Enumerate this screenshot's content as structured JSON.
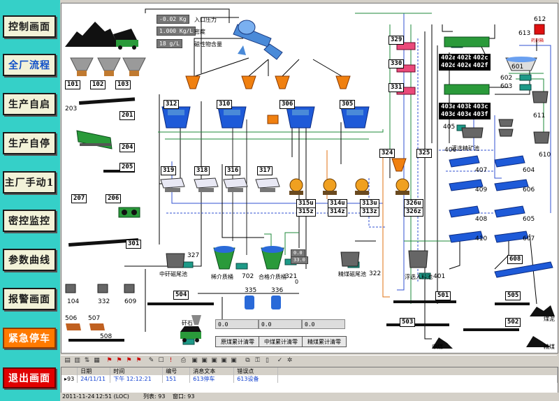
{
  "nav": [
    {
      "label": "控制画面",
      "style": "normal"
    },
    {
      "label": "全厂流程",
      "style": "blue"
    },
    {
      "label": "生产自启",
      "style": "normal"
    },
    {
      "label": "生产自停",
      "style": "normal"
    },
    {
      "label": "主厂手动1",
      "style": "normal"
    },
    {
      "label": "密控监控",
      "style": "normal"
    },
    {
      "label": "参数曲线",
      "style": "normal"
    },
    {
      "label": "报警画面",
      "style": "normal"
    },
    {
      "label": "紧急停车",
      "style": "orange"
    },
    {
      "label": "退出画面",
      "style": "red"
    }
  ],
  "readouts": [
    {
      "value": "-0.02  Kg",
      "label": "入口压力"
    },
    {
      "value": "1.000  Kg/L",
      "label": "密度"
    },
    {
      "value": "18     g/L",
      "label": "磁性物含量"
    }
  ],
  "equipment": {
    "e101": "101",
    "e102": "102",
    "e103": "103",
    "e203": "203",
    "e201": "201",
    "e204": "204",
    "e205": "205",
    "e207": "207",
    "e206": "206",
    "e301": "301",
    "e312": "312",
    "e310": "310",
    "e306": "306",
    "e305": "305",
    "e319": "319",
    "e318": "318",
    "e316": "316",
    "e317": "317",
    "e315u": "315u",
    "e315z": "315z",
    "e314u": "314u",
    "e314z": "314z",
    "e313u": "313u",
    "e313z": "313z",
    "e324": "324",
    "e325": "325",
    "e326u": "326u",
    "e326z": "326z",
    "e329": "329",
    "e330": "330",
    "e331": "331",
    "e402a": "402a",
    "e402b": "402b",
    "e402c": "402c",
    "e402d": "402d",
    "e402e": "402e",
    "e402f": "402f",
    "e403a": "403a",
    "e403b": "403b",
    "e403c": "403c",
    "e403d": "403d",
    "e403e": "403e",
    "e403f": "403f",
    "e405": "405",
    "e406": "406",
    "e601": "601",
    "e602": "602",
    "e603": "603",
    "e611": "611",
    "e610": "610",
    "e612": "612",
    "e613": "613",
    "e407": "407",
    "e409": "409",
    "e604": "604",
    "e606": "606",
    "e408": "408",
    "e410": "410",
    "e605": "605",
    "e607": "607",
    "e608": "608",
    "e501": "501",
    "e505": "505",
    "e503": "503",
    "e502": "502",
    "e104": "104",
    "e332": "332",
    "e609": "609",
    "e504": "504",
    "e506": "506",
    "e507": "507",
    "e508": "508",
    "e327": "327",
    "e702": "702",
    "e321": "321",
    "e322": "322",
    "e401": "401",
    "e335": "335",
    "e336": "336"
  },
  "labels": {
    "zhongmei_tail": "中矸磁尾池",
    "dilute_bucket": "稀介质桶",
    "qualified_bucket": "合格介质桶",
    "coarse_tail": "精煤磁尾池",
    "flot_feed": "浮选入料池",
    "flot_tank": "浮选精矿池",
    "gangue": "矸石",
    "coal_slime": "煤泥",
    "mid_coal": "中煤",
    "clean_coal": "精煤",
    "flocculant": "药剂箱",
    "sensor_vals": [
      "0.0",
      "33.0",
      "0"
    ]
  },
  "counters": [
    {
      "value": "0.0",
      "button": "原煤累计清零"
    },
    {
      "value": "0.0",
      "button": "中煤累计清零"
    },
    {
      "value": "0.0",
      "button": "精煤累计清零"
    }
  ],
  "toolbar_icons": [
    "list-icon",
    "filter-icon",
    "sort-icon",
    "cols-icon",
    "flag1-icon",
    "flag2-icon",
    "flag3-icon",
    "flag4-icon",
    "pencil-icon",
    "ack-icon",
    "info-icon",
    "print-icon",
    "grid1-icon",
    "grid2-icon",
    "grid3-icon",
    "grid4-icon",
    "grid5-icon",
    "copy-icon",
    "lock-icon",
    "page-icon",
    "checkv-icon",
    "settings-icon"
  ],
  "alarm": {
    "headers": [
      "日期",
      "时间",
      "编号",
      "消息文本",
      "错误点"
    ],
    "rows": [
      {
        "num": "93",
        "date": "24/11/11",
        "time": "下午 12:12:21",
        "id": "151",
        "msg": "613停车",
        "err": "613设备"
      }
    ]
  },
  "status": {
    "date": "2011-11-24",
    "time": "12:51 (LOC)",
    "list": "列表: 93",
    "window": "窗口: 93"
  },
  "colors": {
    "blue_machine": "#1e5ad8",
    "orange": "#f08010",
    "green_machine": "#2a9a3a",
    "teal_pump": "#1e9a88",
    "black_belt": "#111111",
    "sidebar": "#35d0c8"
  }
}
